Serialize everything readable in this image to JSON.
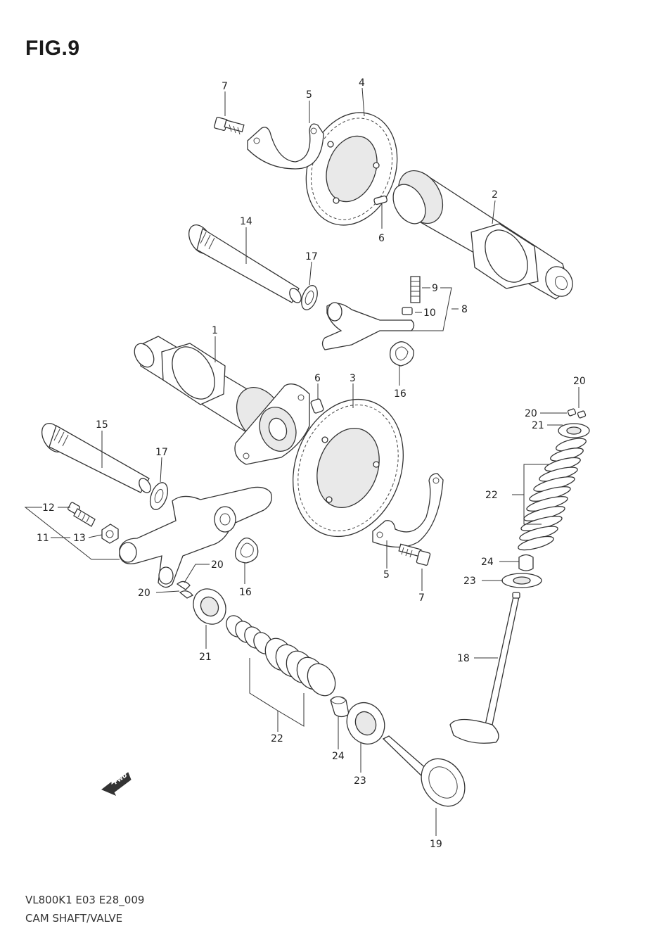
{
  "figure": {
    "title": "FIG.9",
    "model_code": "VL800K1 E03 E28_009",
    "section_name": "CAM SHAFT/VALVE",
    "fwd_label": "FWD"
  },
  "callouts": [
    {
      "id": "c7a",
      "text": "7"
    },
    {
      "id": "c5a",
      "text": "5"
    },
    {
      "id": "c4",
      "text": "4"
    },
    {
      "id": "c2",
      "text": "2"
    },
    {
      "id": "c6a",
      "text": "6"
    },
    {
      "id": "c14",
      "text": "14"
    },
    {
      "id": "c17a",
      "text": "17"
    },
    {
      "id": "c9",
      "text": "9"
    },
    {
      "id": "c10",
      "text": "10"
    },
    {
      "id": "c8",
      "text": "8"
    },
    {
      "id": "c16a",
      "text": "16"
    },
    {
      "id": "c1",
      "text": "1"
    },
    {
      "id": "c6b",
      "text": "6"
    },
    {
      "id": "c3",
      "text": "3"
    },
    {
      "id": "c20a",
      "text": "20"
    },
    {
      "id": "c20b",
      "text": "20"
    },
    {
      "id": "c21a",
      "text": "21"
    },
    {
      "id": "c15",
      "text": "15"
    },
    {
      "id": "c17b",
      "text": "17"
    },
    {
      "id": "c12",
      "text": "12"
    },
    {
      "id": "c11",
      "text": "11"
    },
    {
      "id": "c13",
      "text": "13"
    },
    {
      "id": "c22a",
      "text": "22"
    },
    {
      "id": "c20c",
      "text": "20"
    },
    {
      "id": "c20d",
      "text": "20"
    },
    {
      "id": "c16b",
      "text": "16"
    },
    {
      "id": "c5b",
      "text": "5"
    },
    {
      "id": "c7b",
      "text": "7"
    },
    {
      "id": "c24a",
      "text": "24"
    },
    {
      "id": "c23a",
      "text": "23"
    },
    {
      "id": "c21b",
      "text": "21"
    },
    {
      "id": "c18",
      "text": "18"
    },
    {
      "id": "c22b",
      "text": "22"
    },
    {
      "id": "c24b",
      "text": "24"
    },
    {
      "id": "c23b",
      "text": "23"
    },
    {
      "id": "c19",
      "text": "19"
    }
  ]
}
